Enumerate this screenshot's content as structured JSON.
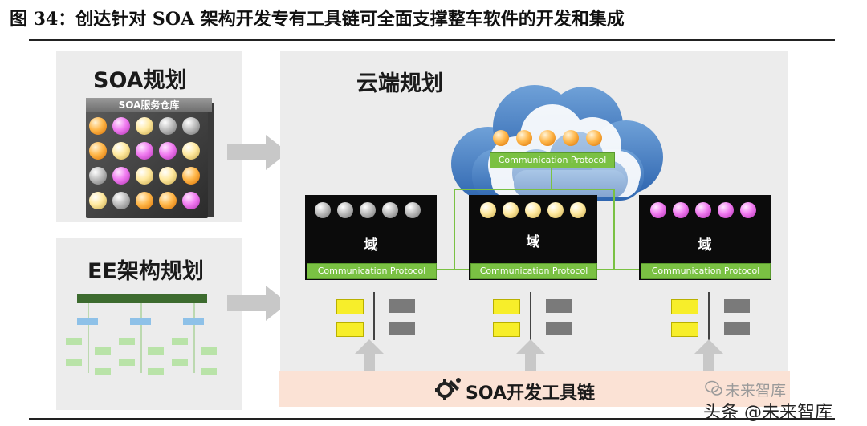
{
  "figure_title": "图 34：创达针对 SOA 架构开发专有工具链可全面支撑整车软件的开发和集成",
  "soa_panel": {
    "title": "SOA规划",
    "cube_label": "SOA服务仓库",
    "sphere_grid": [
      [
        "orange",
        "pink",
        "cream",
        "gray",
        "gray"
      ],
      [
        "orange",
        "cream",
        "pink",
        "pink",
        "cream"
      ],
      [
        "gray",
        "pink",
        "cream",
        "cream",
        "orange"
      ],
      [
        "cream",
        "gray",
        "orange",
        "orange",
        "pink"
      ]
    ]
  },
  "ee_panel": {
    "title": "EE架构规划"
  },
  "cloud_panel": {
    "title": "云端规划",
    "cloud_protocol": "Communication  Protocol",
    "cloud_balls": "orange"
  },
  "domains": [
    {
      "label": "域",
      "protocol": "Communication  Protocol",
      "balls": "gray"
    },
    {
      "label": "域",
      "protocol": "Communication  Protocol",
      "balls": "cream"
    },
    {
      "label": "域",
      "protocol": "Communication  Protocol",
      "balls": "pink"
    }
  ],
  "toolchain": {
    "label": "SOA开发工具链",
    "icon": "gear-wrench-icon"
  },
  "watermark": {
    "line1": "未来智库",
    "line2": "头条 @未来智库"
  },
  "colors": {
    "green": "#7ac143",
    "orange": "#ffb74a",
    "pink": "#f07cf0",
    "cream": "#ffe9a0",
    "gray": "#bdbdbd"
  }
}
